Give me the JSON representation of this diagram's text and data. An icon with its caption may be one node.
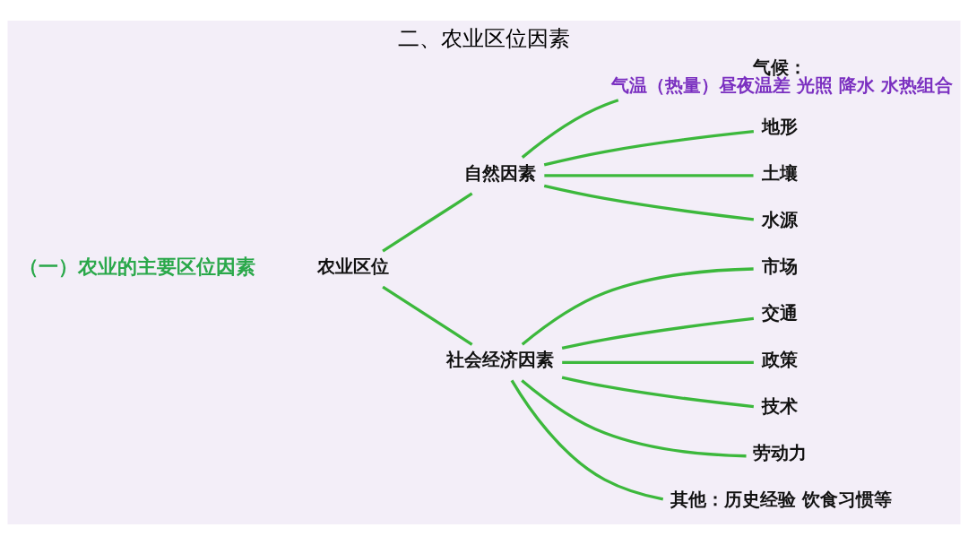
{
  "diagram": {
    "title": "二、农业区位因素",
    "nodes": [
      {
        "text": [
          "农业区位"
        ]
      },
      {
        "text": [
          "自然因素"
        ]
      },
      {
        "text": [
          "社会经济因素"
        ]
      },
      {
        "text": [
          "气候：",
          "气温（热量）昼夜温差 光照 降水 水热组合"
        ]
      },
      {
        "text": [
          "地形"
        ]
      },
      {
        "text": [
          "土壤"
        ]
      },
      {
        "text": [
          "水源"
        ]
      },
      {
        "text": [
          "市场"
        ]
      },
      {
        "text": [
          "交通"
        ]
      },
      {
        "text": [
          "政策"
        ]
      },
      {
        "text": [
          "技术"
        ]
      },
      {
        "text": [
          "劳动力"
        ]
      },
      {
        "text": [
          "其他：历史经验 饮食习惯等"
        ]
      }
    ],
    "edges": [
      {
        "from": 0,
        "to": 1,
        "arrow": "none"
      },
      {
        "from": 0,
        "to": 2,
        "arrow": "none"
      },
      {
        "from": 1,
        "to": 3,
        "arrow": "none"
      },
      {
        "from": 1,
        "to": 4,
        "arrow": "none"
      },
      {
        "from": 1,
        "to": 5,
        "arrow": "none"
      },
      {
        "from": 1,
        "to": 6,
        "arrow": "none"
      },
      {
        "from": 2,
        "to": 7,
        "arrow": "none"
      },
      {
        "from": 2,
        "to": 8,
        "arrow": "none"
      },
      {
        "from": 2,
        "to": 9,
        "arrow": "none"
      },
      {
        "from": 2,
        "to": 10,
        "arrow": "none"
      },
      {
        "from": 2,
        "to": 11,
        "arrow": "none"
      },
      {
        "from": 2,
        "to": 12,
        "arrow": "none"
      }
    ],
    "labels": [
      "（一）农业的主要区位因素"
    ]
  }
}
